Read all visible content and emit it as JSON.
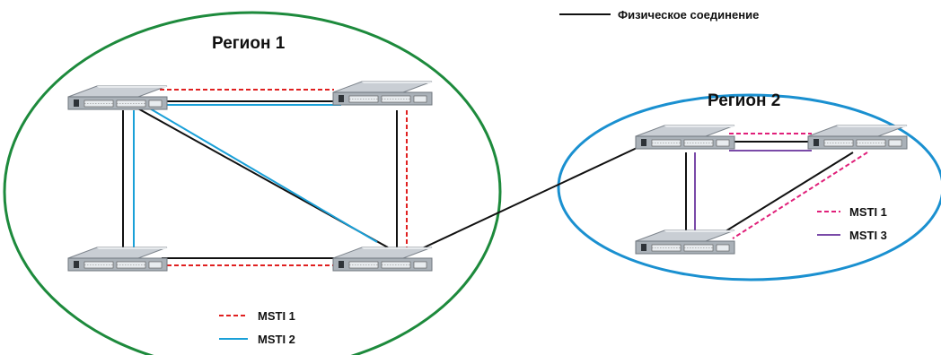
{
  "legend_top": {
    "label": "Физическое соединение",
    "color": "#111111"
  },
  "region1": {
    "title": "Регион 1",
    "border_color": "#1d8a3c",
    "legend": [
      {
        "label": "MSTI 1",
        "style": "dashed",
        "color": "#e02020"
      },
      {
        "label": "MSTI 2",
        "style": "solid",
        "color": "#1aa0d8"
      }
    ]
  },
  "region2": {
    "title": "Регион 2",
    "border_color": "#1a90d0",
    "legend": [
      {
        "label": "MSTI 1",
        "style": "dashed",
        "color": "#e0207a"
      },
      {
        "label": "MSTI 3",
        "style": "solid",
        "color": "#7a4aa8"
      }
    ]
  },
  "icons": {
    "switch": "network-switch-icon"
  }
}
